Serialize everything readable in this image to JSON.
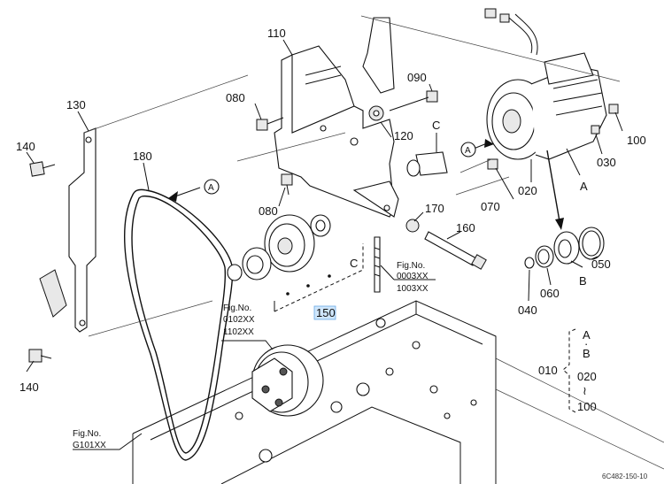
{
  "parts": {
    "p010": "010",
    "p020": "020",
    "p030": "030",
    "p040": "040",
    "p050": "050",
    "p060": "060",
    "p070": "070",
    "p080a": "080",
    "p080b": "080",
    "p090": "090",
    "p100": "100",
    "p110": "110",
    "p120": "120",
    "p130": "130",
    "p140a": "140",
    "p140b": "140",
    "p150": "150",
    "p160": "160",
    "p170": "170",
    "p180": "180"
  },
  "refs": {
    "A1": "A",
    "A2": "A",
    "A3": "A",
    "B": "B",
    "C1": "C",
    "C2": "C"
  },
  "figrefs": {
    "fig1_label": "Fig.No.",
    "fig1_a": "0003XX",
    "fig1_b": "1003XX",
    "fig2_label": "Fig.No.",
    "fig2_a": "0102XX",
    "fig2_b": "1102XX",
    "fig3_label": "Fig.No.",
    "fig3_a": "G101XX"
  },
  "assembly": {
    "label": "010",
    "items": [
      "A",
      "·",
      "B",
      "·",
      "020",
      "≀",
      "100"
    ]
  },
  "drawing_code": "6C482-150-10",
  "colors": {
    "line": "#111111",
    "highlight": "#cfe6fb"
  }
}
